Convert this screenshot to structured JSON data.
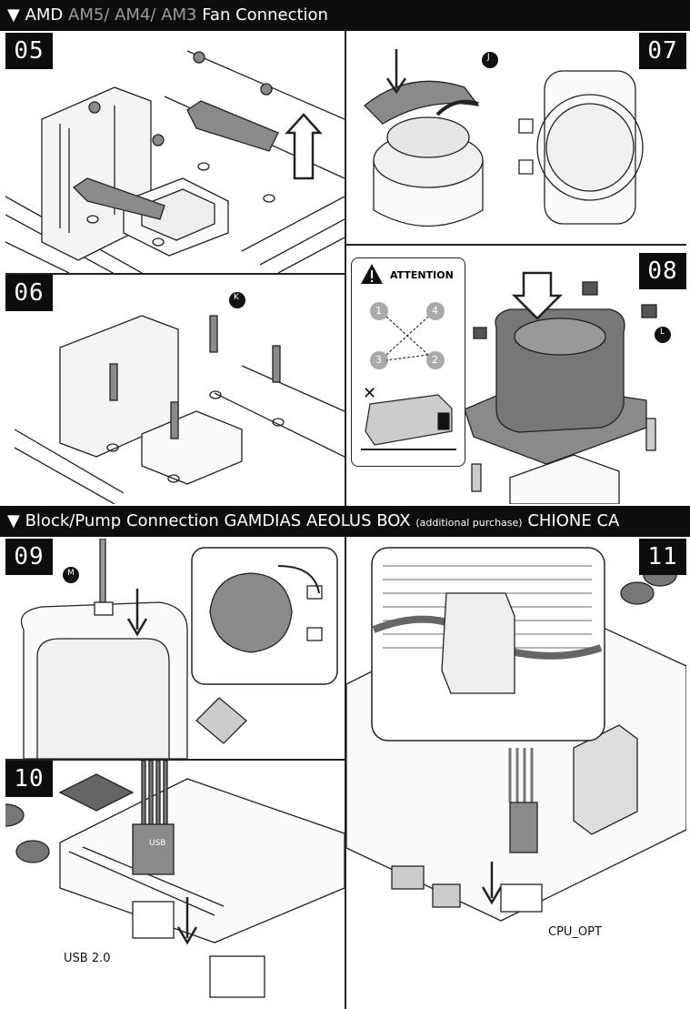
{
  "header1": {
    "arrow": "▼",
    "pre": "AMD",
    "gray": "AM5/ AM4/ AM3",
    "post": "Fan Connection"
  },
  "header2": {
    "arrow": "▼",
    "pre": "Block/Pump Connection GAMDIAS AEOLUS BOX",
    "small": "(additional purchase)",
    "post": "CHIONE CA"
  },
  "steps": {
    "s05": "05",
    "s06": "06",
    "s07": "07",
    "s08": "08",
    "s09": "09",
    "s10": "10",
    "s11": "11"
  },
  "callouts": {
    "j": "J",
    "k": "K",
    "l": "L",
    "m": "M"
  },
  "attention": {
    "title": "ATTENTION",
    "order": [
      "1",
      "4",
      "3",
      "2"
    ],
    "cross": "✕"
  },
  "labels": {
    "usb": "USB 2.0",
    "usb_connector": "USB",
    "cpu_opt": "CPU_OPT"
  },
  "colors": {
    "bar": "#0d0d0d",
    "gray_text": "#9a9a9a",
    "part_gray": "#8a8a8a",
    "light_gray": "#c8c8c8"
  }
}
